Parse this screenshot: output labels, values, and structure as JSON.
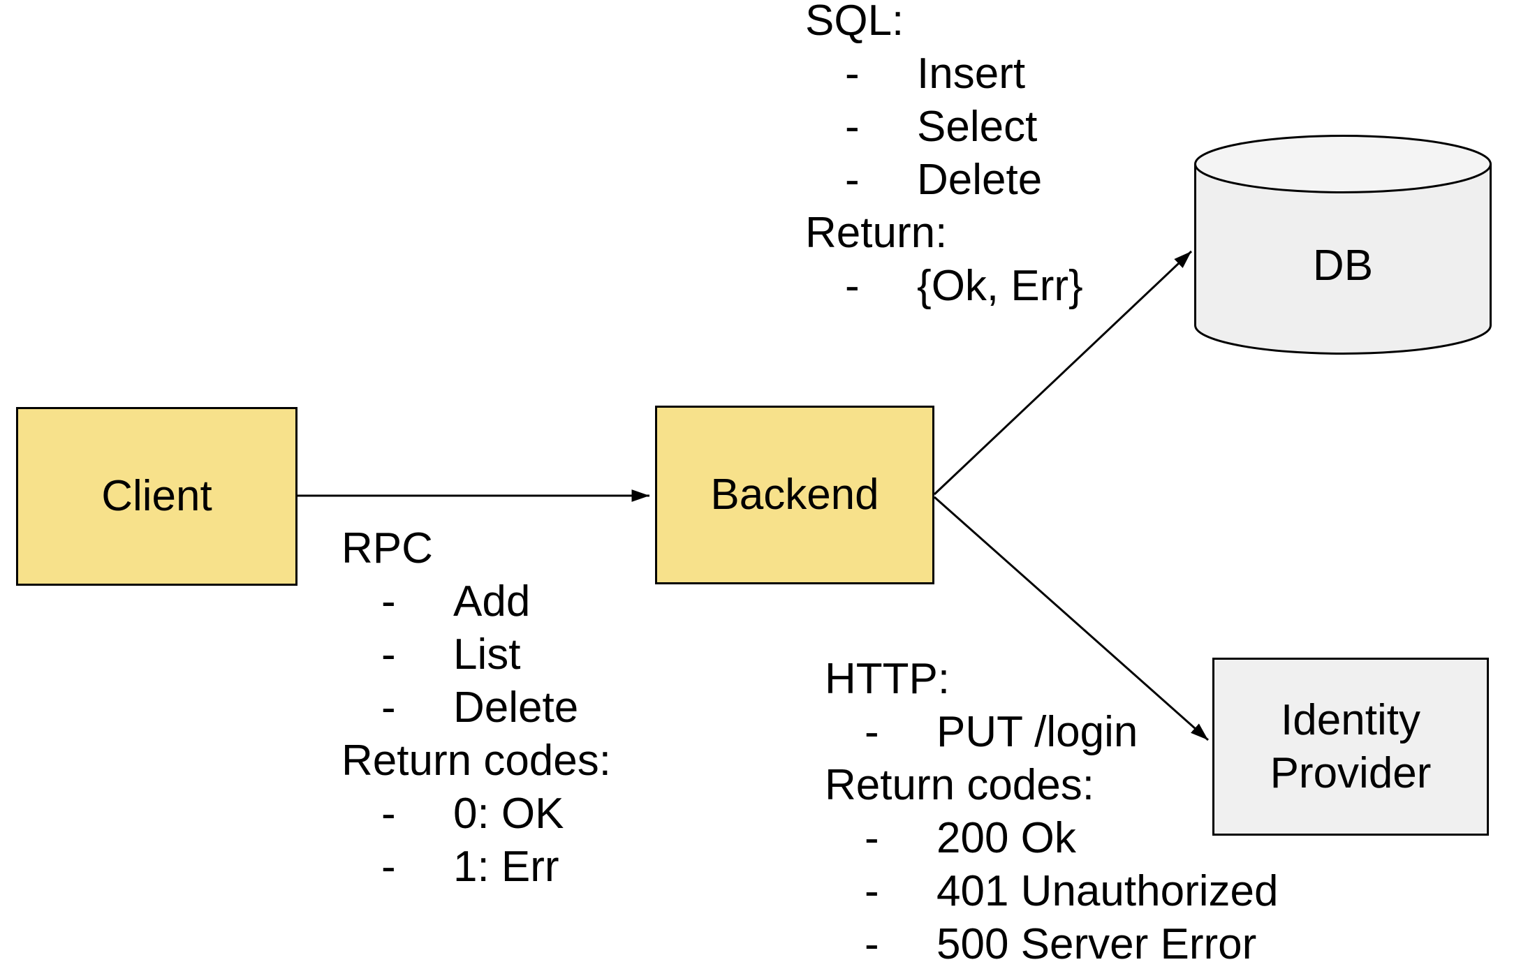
{
  "diagram": {
    "dash": "-",
    "colors": {
      "node_yellow": "#f7e18b",
      "node_gray": "#f0f0f0",
      "stroke": "#000000",
      "background": "#ffffff"
    },
    "nodes": {
      "client": {
        "label": "Client"
      },
      "backend": {
        "label": "Backend"
      },
      "db": {
        "label": "DB"
      },
      "identity_provider": {
        "label": "Identity Provider"
      }
    },
    "annotations": {
      "rpc": {
        "title": "RPC",
        "items": [
          "Add",
          "List",
          "Delete"
        ],
        "return_title": "Return codes:",
        "return_items": [
          "0: OK",
          "1: Err"
        ]
      },
      "sql": {
        "title": "SQL:",
        "items": [
          "Insert",
          "Select",
          "Delete"
        ],
        "return_title": "Return:",
        "return_items": [
          "{Ok, Err}"
        ]
      },
      "http": {
        "title": "HTTP:",
        "items": [
          "PUT /login"
        ],
        "return_title": "Return codes:",
        "return_items": [
          "200 Ok",
          "401 Unauthorized",
          "500 Server Error"
        ]
      }
    }
  }
}
